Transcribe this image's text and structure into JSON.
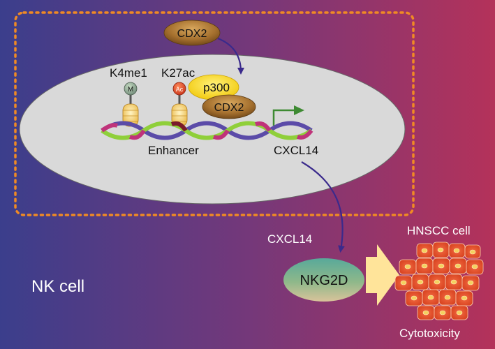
{
  "labels": {
    "cdx2_top": "CDX2",
    "k4me1": "K4me1",
    "k27ac": "K27ac",
    "m_mark": "M",
    "ac_mark": "Ac",
    "p300": "p300",
    "cdx2_bound": "CDX2",
    "enhancer": "Enhancer",
    "cxcl14_gene": "CXCL14",
    "cxcl14_secreted": "CXCL14",
    "nkg2d": "NKG2D",
    "hnscc_cell": "HNSCC cell",
    "cytotoxicity": "Cytotoxicity",
    "nk_cell": "NK cell"
  },
  "colors": {
    "bg_left": "#3b3e8c",
    "bg_right": "#b4325a",
    "nucleus": "#d9d9d9",
    "dashed_border": "#f08a24",
    "arrow": "#3a2a8c",
    "promoter_arrow": "#3e8a32",
    "p300": "#f5d400",
    "cdx2": "#9a6a2a",
    "tumor_cell": "#e84a2a",
    "block_arrow": "#ffe49a"
  }
}
